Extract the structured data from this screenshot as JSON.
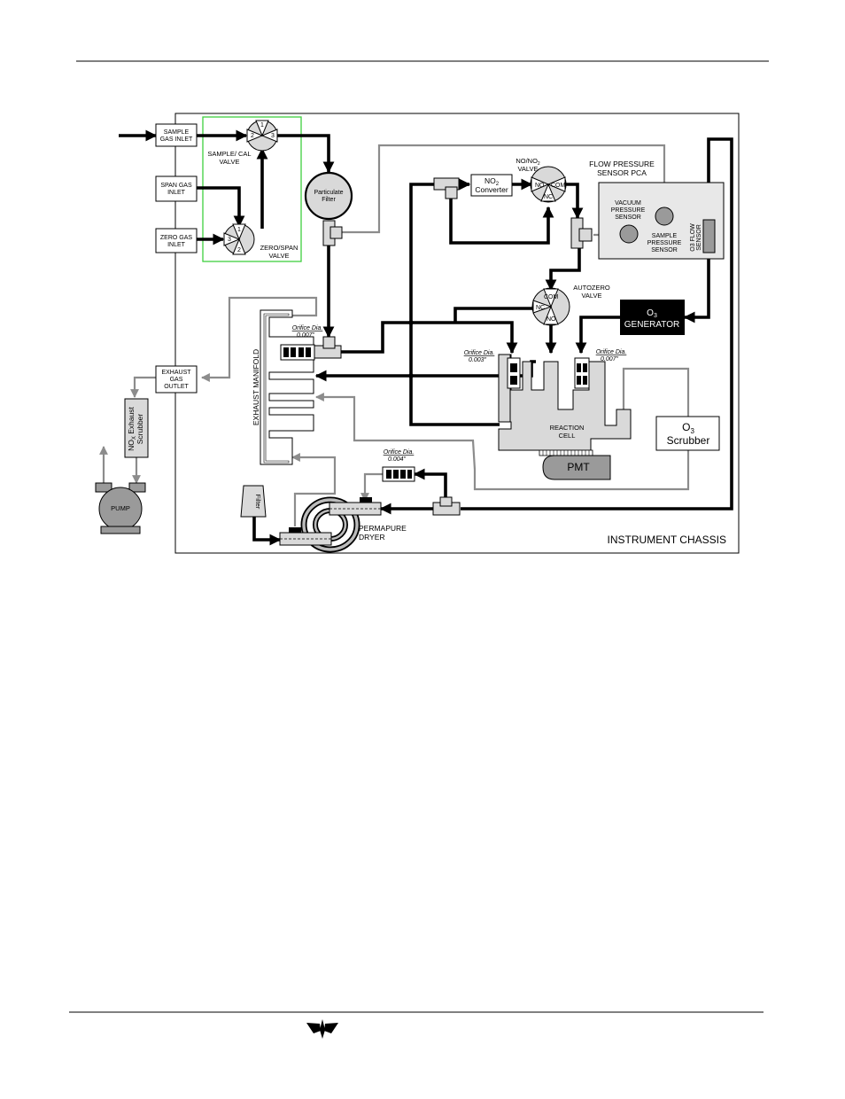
{
  "diagram": {
    "chassis_label": "INSTRUMENT CHASSIS",
    "inlets": {
      "sample": [
        "SAMPLE",
        "GAS INLET"
      ],
      "span": [
        "SPAN GAS",
        "INLET"
      ],
      "zero": [
        "ZERO GAS",
        "INLET"
      ],
      "exhaust": [
        "EXHAUST",
        "GAS",
        "OUTLET"
      ]
    },
    "valves": {
      "sample_cal": [
        "SAMPLE/ CAL",
        "VALVE"
      ],
      "zero_span": [
        "ZERO/SPAN",
        "VALVE"
      ],
      "nono2": [
        "NO/NO",
        "2",
        "VALVE"
      ],
      "autozero": [
        "AUTOZERO",
        "VALVE"
      ],
      "ports": {
        "no": "NO",
        "nc": "NC",
        "com": "COM",
        "p1": "1",
        "p2": "2",
        "p3": "3"
      }
    },
    "particulate_filter": [
      "Particulate",
      "Filter"
    ],
    "no2_converter": [
      "NO",
      "2",
      "Converter"
    ],
    "pressure_pca": {
      "title": [
        "FLOW PRESSURE",
        "SENSOR PCA"
      ],
      "vacuum": [
        "VACUUM",
        "PRESSURE",
        "SENSOR"
      ],
      "sample": [
        "SAMPLE",
        "PRESSURE",
        "SENSOR"
      ],
      "o3_flow": [
        "O3 FLOW",
        "SENSOR"
      ]
    },
    "o3_generator": [
      "O",
      "3",
      "GENERATOR"
    ],
    "o3_scrubber": [
      "O",
      "3",
      "Scrubber"
    ],
    "reaction_cell": [
      "REACTION",
      "CELL"
    ],
    "pmt": "PMT",
    "exhaust_manifold": "EXHAUST MANIFOLD",
    "nox_scrubber": [
      "NO",
      "X",
      " Exhaust",
      "Scrubber"
    ],
    "pump": "PUMP",
    "filter": "Filter",
    "permapure": [
      "PERMAPURE",
      "DRYER"
    ],
    "orifices": {
      "label": "Orifice Dia.",
      "manifold": "0.007\"",
      "cell_left": "0.003\"",
      "cell_right": "0.007\"",
      "dryer": "0.004\""
    }
  },
  "colors": {
    "black_line": "#000000",
    "gray_line": "#8c8c8c",
    "valve_group_outline": "#3ecf3e",
    "component_fill": "#d9d9d9"
  }
}
